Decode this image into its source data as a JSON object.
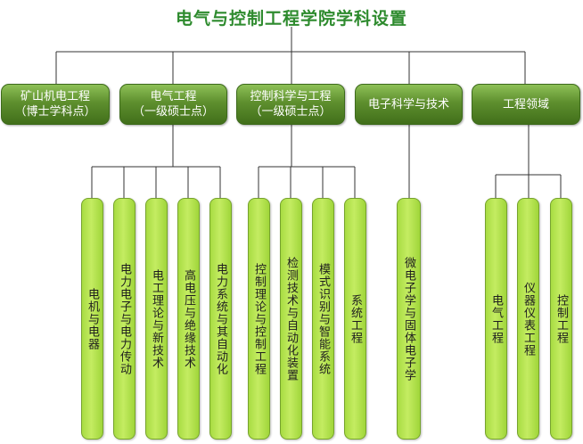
{
  "title": "电气与控制工程学院学科设置",
  "disciplines": [
    {
      "name": "矿山机电工程",
      "note": "（博士学科点）",
      "children": []
    },
    {
      "name": "电气工程",
      "note": "（一级硕士点）",
      "children": [
        "电机与电器",
        "电力电子与电力传动",
        "电工理论与新技术",
        "高电压与绝缘技术",
        "电力系统与其自动化"
      ]
    },
    {
      "name": "控制科学与工程",
      "note": "（一级硕士点）",
      "children": [
        "控制理论与控制工程",
        "检测技术与自动化装置",
        "模式识别与智能系统",
        "系统工程"
      ]
    },
    {
      "name": "电子科学与技术",
      "note": "",
      "children": [
        "微电子学与固体电子学"
      ]
    },
    {
      "name": "工程领域",
      "note": "",
      "children": [
        "电气工程",
        "仪器仪表工程",
        "控制工程"
      ]
    }
  ],
  "colors": {
    "title": "#2e8b2e",
    "top_fill": "#5e8f2e",
    "leaf_fill": "#b4e44e",
    "line": "#333333"
  }
}
